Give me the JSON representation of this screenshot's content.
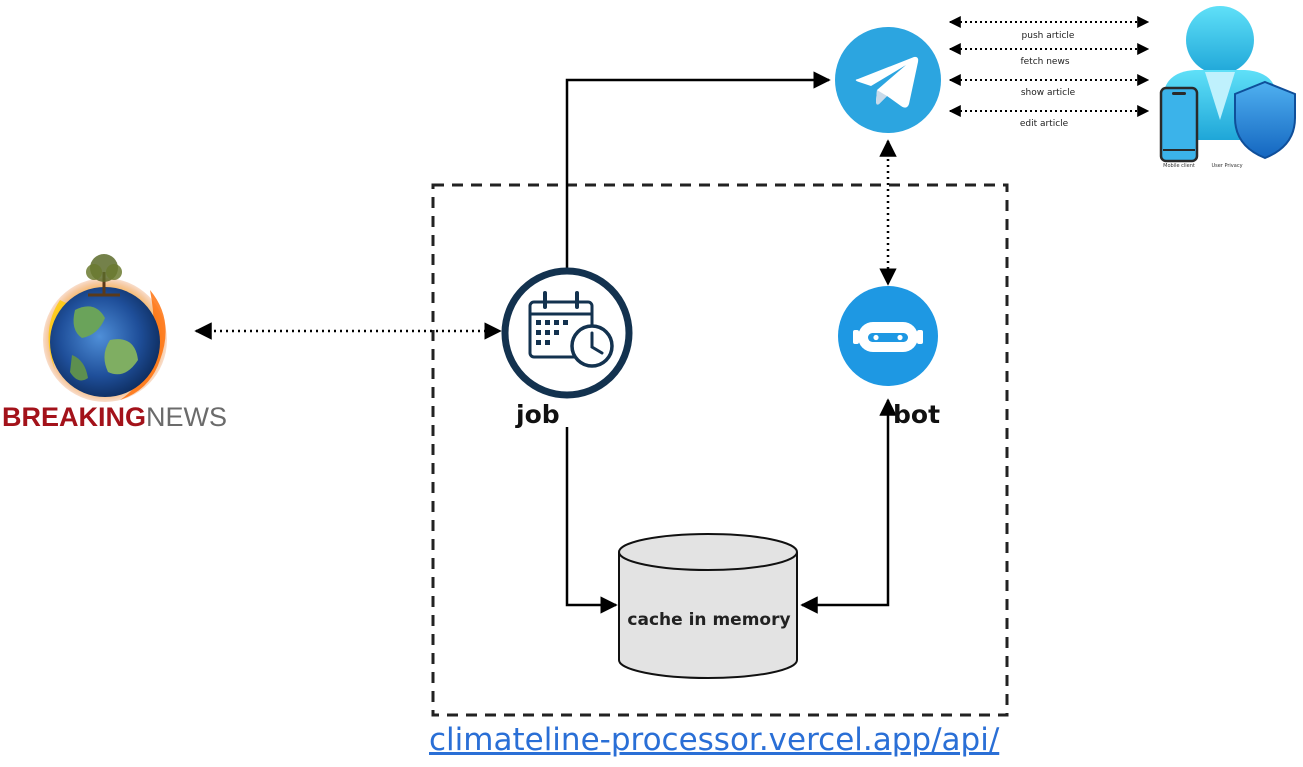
{
  "nodes": {
    "job": "job",
    "bot": "bot",
    "cache": "cache in memory",
    "news_source": {
      "word1": "BREAKING",
      "word2": "NEWS"
    }
  },
  "messages": [
    "push article",
    "fetch news",
    "show article",
    "edit article"
  ],
  "user_icons": {
    "mobile": "Mobile client",
    "privacy": "User Privacy"
  },
  "endpoint_url": "climateline-processor.vercel.app/api/",
  "colors": {
    "telegram": "#2ca5e0",
    "bot": "#1e98e3",
    "job_ring": "#13324f",
    "breaking_red": "#a3121a",
    "link_blue": "#2a6fd6",
    "cache_fill": "#e3e3e3",
    "user_cyan": "#3fd0f0",
    "shield_blue": "#1f7fd6"
  },
  "icons": [
    "earth-news-icon",
    "calendar-clock-icon",
    "robot-icon",
    "telegram-icon",
    "user-icon",
    "mobile-phone-icon",
    "shield-icon",
    "database-cylinder-icon"
  ]
}
